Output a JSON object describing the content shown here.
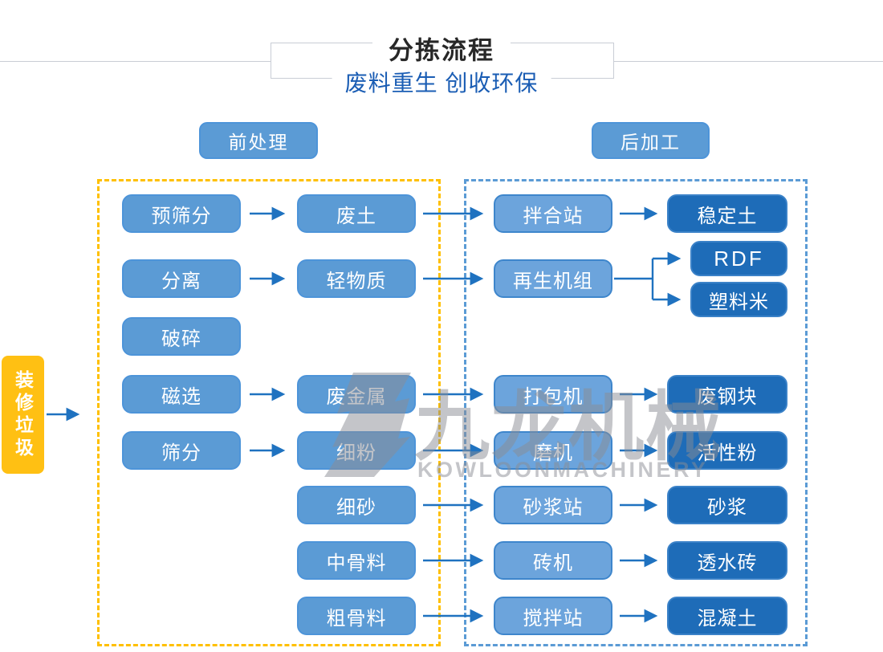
{
  "header": {
    "title": "分拣流程",
    "subtitle": "废料重生 创收环保"
  },
  "sections": {
    "pre": "前处理",
    "post": "后加工"
  },
  "source": {
    "label": "装修垃圾"
  },
  "flow": {
    "col1": [
      "预筛分",
      "分离",
      "破碎",
      "磁选",
      "筛分"
    ],
    "col2": [
      "废土",
      "轻物质",
      "废金属",
      "细粉",
      "细砂",
      "中骨料",
      "粗骨料"
    ],
    "col3": [
      "拌合站",
      "再生机组",
      "打包机",
      "磨机",
      "砂浆站",
      "砖机",
      "搅拌站"
    ],
    "col4": [
      "稳定土",
      "RDF",
      "塑料米",
      "废钢块",
      "活性粉",
      "砂浆",
      "透水砖",
      "混凝土"
    ]
  },
  "watermark": {
    "cn": "九龙机械",
    "en": "KOWLOONMACHINERY"
  },
  "colors": {
    "light_node_fill": "#5b9bd5",
    "mid_node_fill": "#6ca4dc",
    "dark_node_fill": "#1e6cb8",
    "source_fill": "#ffc013",
    "dashed_yellow": "#ffc000",
    "dashed_blue": "#5b9bd5",
    "arrow": "#1f72c0",
    "subtitle_blue": "#1a5db4",
    "title_black": "#272727"
  }
}
